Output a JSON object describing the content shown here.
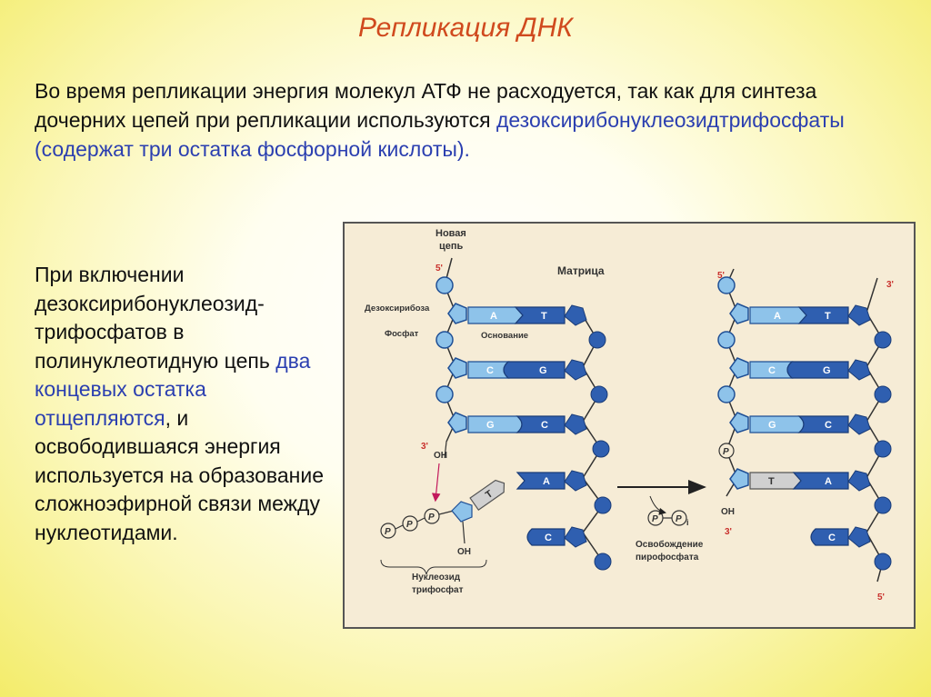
{
  "title": "Репликация ДНК",
  "para1": {
    "part1": "Во время репликации энергия молекул АТФ не расходуется, так как для синтеза дочерних цепей при репликации используются ",
    "highlight": "дезоксирибонуклеозидтрифосфаты (содержат три остатка фосфорной кислоты)."
  },
  "para2": {
    "part1": "При включении дезоксирибонуклеозид-трифосфатов в полинуклеотидную цепь ",
    "highlight": "два концевых остатка отщепляются",
    "part2": ", и освободившаяся энергия используется на образование сложноэфирной связи между нуклеотидами."
  },
  "diagram": {
    "labels": {
      "new_chain_1": "Новая",
      "new_chain_2": "цепь",
      "matrix": "Матрица",
      "deoxyribose": "Дезоксирибоза",
      "phosphate": "Фосфат",
      "base": "Основание",
      "nucleoside_1": "Нуклеозид",
      "nucleoside_2": "трифосфат",
      "release_1": "Освобождение",
      "release_2": "пирофосфата",
      "oh": "OH",
      "p": "P",
      "pi": "Pi"
    },
    "ends": {
      "five_prime": "5'",
      "three_prime": "3'"
    },
    "left_pairs": [
      {
        "new": "A",
        "template": "T"
      },
      {
        "new": "C",
        "template": "G"
      },
      {
        "new": "G",
        "template": "C"
      }
    ],
    "incoming": "T",
    "left_template_unpaired": [
      "A",
      "C"
    ],
    "right_pairs": [
      {
        "new": "A",
        "template": "T"
      },
      {
        "new": "C",
        "template": "G"
      },
      {
        "new": "G",
        "template": "C"
      },
      {
        "new": "T",
        "template": "A"
      }
    ],
    "right_template_unpaired": [
      "C"
    ],
    "colors": {
      "dark_blue": "#2f5fb0",
      "light_blue": "#8ec3ea",
      "light_gray": "#d0d0d0",
      "title_red": "#d04a1e",
      "text_blue": "#2b3fb0",
      "label_red": "#c9302c"
    }
  }
}
